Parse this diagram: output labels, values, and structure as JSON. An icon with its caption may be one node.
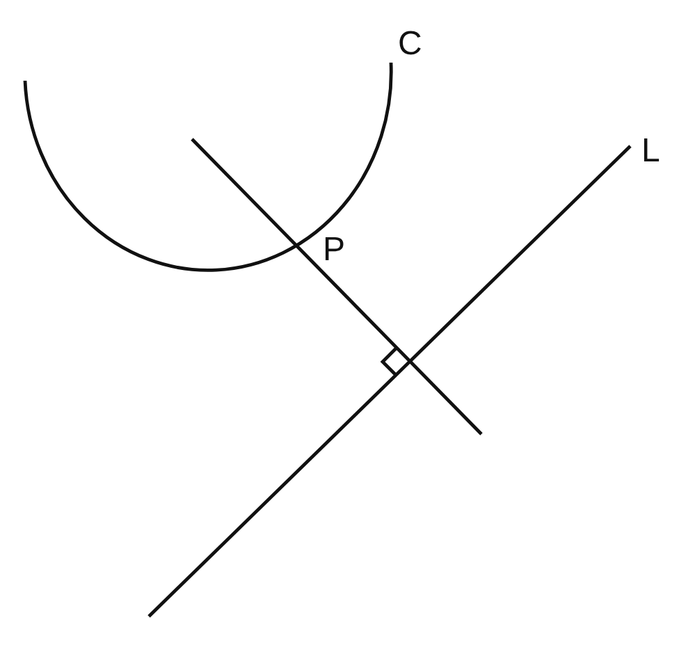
{
  "diagram": {
    "labels": [
      "C",
      "L",
      "P"
    ]
  }
}
